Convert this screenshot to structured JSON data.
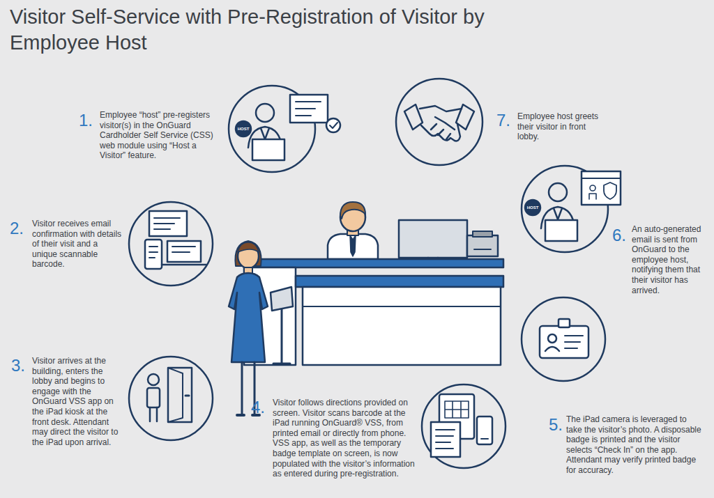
{
  "diagram": {
    "title": "Visitor Self-Service with Pre-Registration of Visitor by Employee Host",
    "labels": [
      "1.",
      "Employee “host” pre-registers visitor(s) in the OnGuard Cardholder Self Service (CSS) web module using “Host a Visitor” feature.",
      "HOST",
      "2.",
      "Visitor receives email confirmation with details of their visit and a unique scannable barcode.",
      "3.",
      "Visitor arrives at the building, enters the lobby and begins to engage with the OnGuard VSS app on the iPad kiosk at the front desk. Attendant may direct the visitor to the iPad upon arrival.",
      "4.",
      "Visitor follows directions provided on screen. Visitor scans barcode at the iPad running OnGuard® VSS, from printed email or directly from phone. VSS app, as well as the temporary badge template on screen, is now populated with the visitor’s information as entered during pre-registration.",
      "5.",
      "The iPad camera is leveraged to take the visitor’s photo. A disposable badge is printed and the visitor selects “Check In” on the app. Attendant may verify printed badge for accuracy.",
      "6.",
      "An auto-generated email is sent from OnGuard to the employee host, notifying them that their visitor has arrived.",
      "HOST",
      "7.",
      "Employee host greets their visitor in front lobby."
    ]
  }
}
